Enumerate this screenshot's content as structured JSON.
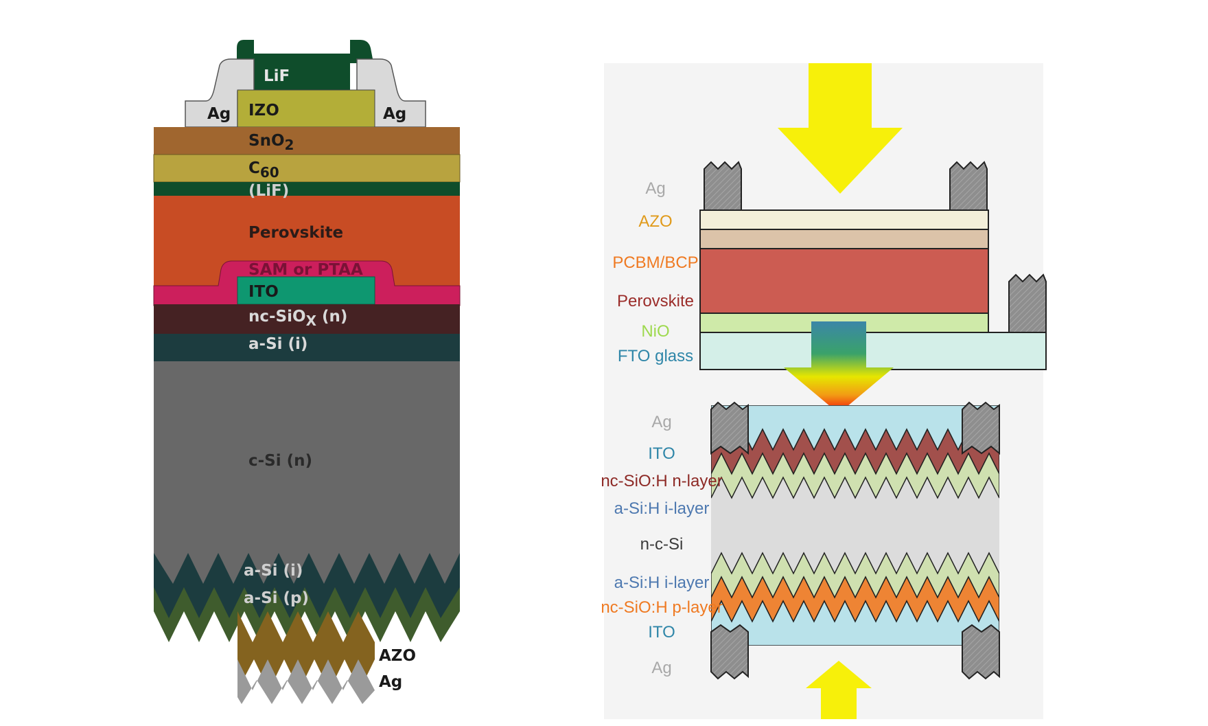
{
  "left_stack": {
    "lif_top": "LiF",
    "ag_left": "Ag",
    "izo": "IZO",
    "ag_right": "Ag",
    "sno2_base": "SnO",
    "sno2_sub": "2",
    "c60_base": "C",
    "c60_sub": "60",
    "lif_paren": "(LiF)",
    "perovskite": "Perovskite",
    "sam": "SAM or PTAA",
    "ito": "ITO",
    "ncsiox_base": "nc-SiO",
    "ncsiox_sub": "X",
    "ncsiox_tail": " (n)",
    "asi_i_top": "a-Si (i)",
    "csi": "c-Si (n)",
    "asi_i_bottom": "a-Si (i)",
    "asi_p": "a-Si (p)",
    "azo": "AZO",
    "ag_bottom": "Ag"
  },
  "right_stack": {
    "top_labels": [
      "Ag",
      "AZO",
      "PCBM/BCP",
      "Perovskite",
      "NiO",
      "FTO glass"
    ],
    "bottom_labels": [
      "Ag",
      "ITO",
      "nc-SiO:H n-layer",
      "a-Si:H i-layer",
      "n-c-Si",
      "a-Si:H i-layer",
      "nc-SiO:H p-layer",
      "ITO",
      "Ag"
    ]
  },
  "colors": {
    "sno2": "#a0662f",
    "c60": "#b8a33f",
    "lif": "#0f4d2b",
    "perovskite": "#c84c24",
    "sam": "#cc1f5c",
    "ito_left": "#0e9770",
    "ncsiox": "#452223",
    "asi": "#1c3c3f",
    "csi": "#686868",
    "asi_p": "#3f5c2d",
    "azo_left": "#84631f",
    "ag": "#9a9a9a",
    "right_azo": "#f3efd9",
    "right_pcbm": "#dcc3a9",
    "right_perov": "#cc5c52",
    "right_nio": "#cfeaa9",
    "right_fto": "#d4efe8",
    "right_ito": "#b9e2ea",
    "right_ncn": "#a2504c",
    "right_ai": "#cfe0b0",
    "right_ncp": "#ee8434",
    "right_csi": "#dcdcdc",
    "arrow_yellow": "#f7f00a"
  }
}
